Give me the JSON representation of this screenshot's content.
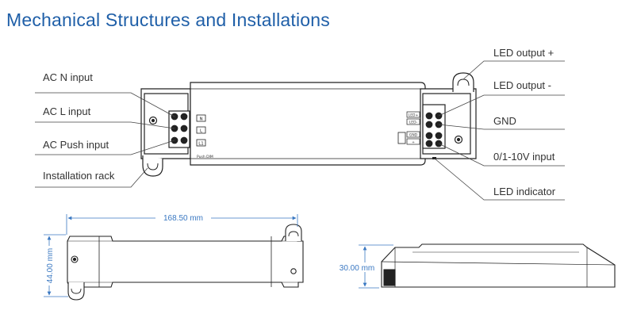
{
  "title": "Mechanical Structures and Installations",
  "callouts": {
    "ac_n": "AC N input",
    "ac_l": "AC L input",
    "ac_push": "AC Push input",
    "rack": "Installation rack",
    "led_plus": "LED output +",
    "led_minus": "LED output -",
    "gnd": "GND",
    "dim_input": "0/1-10V input",
    "led_indicator": "LED indicator"
  },
  "terminal_labels": {
    "n": "N",
    "l": "L",
    "l1": "L1",
    "push_dim": "Push DIM",
    "led_plus": "LED+",
    "led_minus": "LED-",
    "gnd": "GND",
    "v_plus": "+"
  },
  "dimensions": {
    "length": "168.50 mm",
    "width": "44.00 mm",
    "height": "30.00 mm"
  },
  "colors": {
    "title": "#1f5fa8",
    "dimension": "#3a78c2",
    "callout_text": "#333333",
    "outline": "#222222"
  }
}
